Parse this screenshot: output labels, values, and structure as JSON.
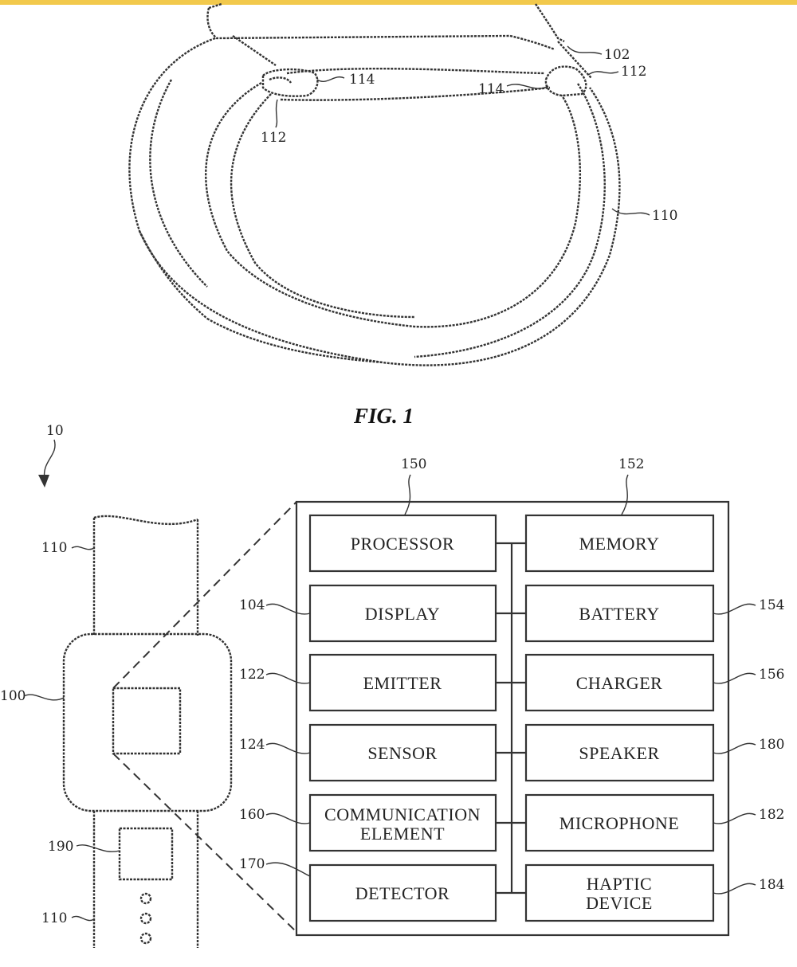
{
  "figure1": {
    "caption": "FIG. 1",
    "refs": {
      "housing": "102",
      "band": "110",
      "lug_left": "114",
      "lug_right": "114",
      "pin_left": "112",
      "pin_right": "112"
    }
  },
  "figure2": {
    "system_ref": "10",
    "left_refs": {
      "band_top": "110",
      "device": "100",
      "button": "190",
      "band_bottom": "110",
      "display": "104",
      "emitter": "122",
      "sensor": "124",
      "communication": "160",
      "detector": "170"
    },
    "right_refs": {
      "processor": "150",
      "memory": "152",
      "battery": "154",
      "charger": "156",
      "speaker": "180",
      "microphone": "182",
      "haptic": "184"
    },
    "blocks": {
      "processor": "PROCESSOR",
      "memory": "MEMORY",
      "display": "DISPLAY",
      "battery": "BATTERY",
      "emitter": "EMITTER",
      "charger": "CHARGER",
      "sensor": "SENSOR",
      "speaker": "SPEAKER",
      "communication_1": "COMMUNICATION",
      "communication_2": "ELEMENT",
      "microphone": "MICROPHONE",
      "detector": "DETECTOR",
      "haptic_1": "HAPTIC",
      "haptic_2": "DEVICE"
    }
  }
}
